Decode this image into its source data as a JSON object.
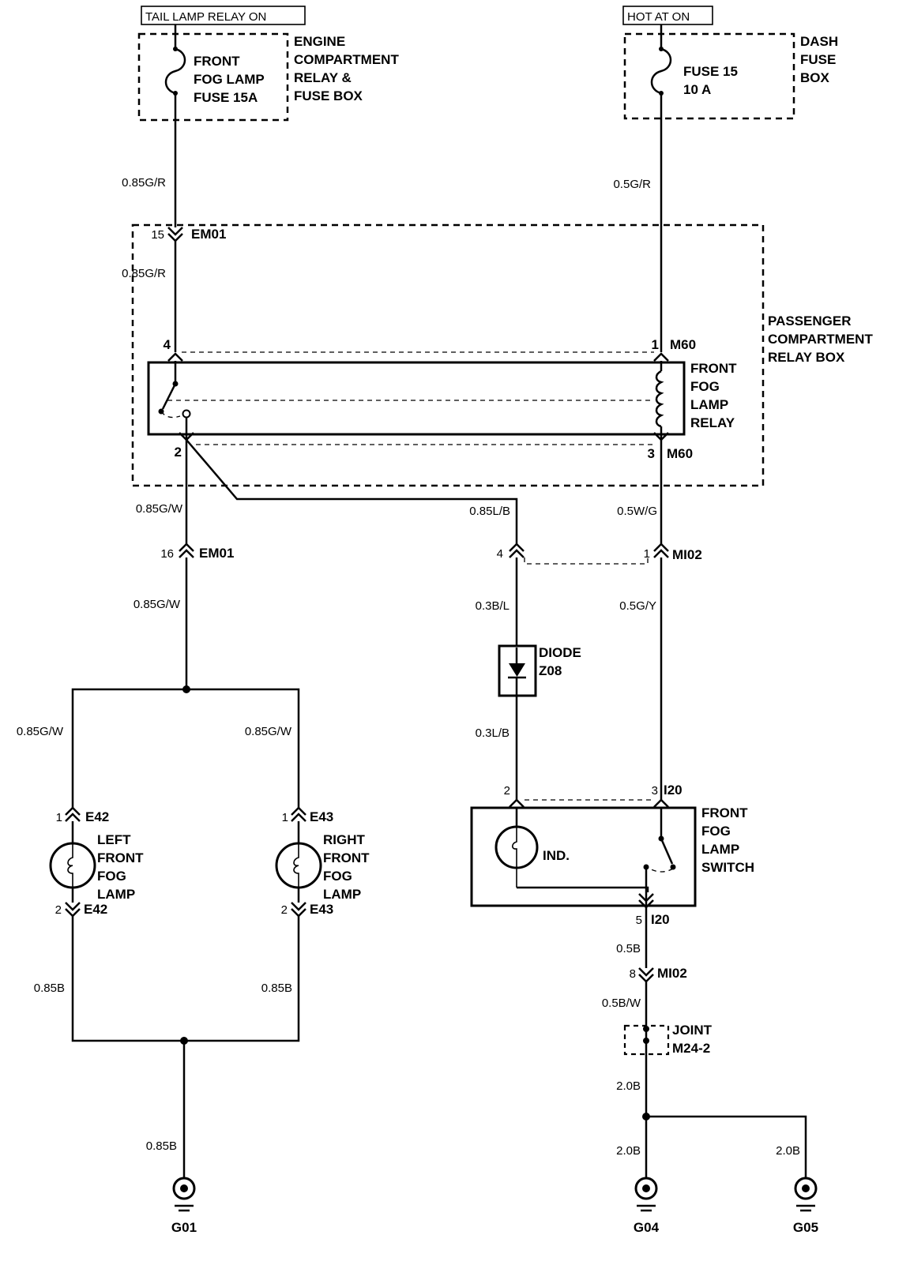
{
  "sources": {
    "left": "TAIL LAMP RELAY ON",
    "right": "HOT AT ON"
  },
  "engine_box": {
    "name_lines": [
      "ENGINE",
      "COMPARTMENT",
      "RELAY &",
      "FUSE BOX"
    ],
    "fuse_lines": [
      "FRONT",
      "FOG LAMP",
      "FUSE 15A"
    ]
  },
  "dash_box": {
    "name_lines": [
      "DASH",
      "FUSE",
      "BOX"
    ],
    "fuse_lines": [
      "FUSE 15",
      "10 A"
    ]
  },
  "passenger_box": {
    "name_lines": [
      "PASSENGER",
      "COMPARTMENT",
      "RELAY BOX"
    ]
  },
  "relay": {
    "name_lines": [
      "FRONT",
      "FOG",
      "LAMP",
      "RELAY"
    ],
    "pin_4": "4",
    "pin_1": "1",
    "pin_2": "2",
    "pin_3": "3",
    "connector": "M60"
  },
  "wires": {
    "gr_085": "0.85G/R",
    "gr_05": "0.5G/R",
    "gw_085": "0.85G/W",
    "lb_085": "0.85L/B",
    "wg_05": "0.5W/G",
    "bl_03": "0.3B/L",
    "gy_05": "0.5G/Y",
    "lb_03": "0.3L/B",
    "b_085": "0.85B",
    "b_05": "0.5B",
    "bw_05": "0.5B/W",
    "b_20": "2.0B"
  },
  "connectors": {
    "em01_15": {
      "pin": "15",
      "name": "EM01"
    },
    "em01_16": {
      "pin": "16",
      "name": "EM01"
    },
    "mi02_4": {
      "pin": "4"
    },
    "mi02_1": {
      "pin": "1",
      "name": "MI02"
    },
    "mi02_8": {
      "pin": "8",
      "name": "MI02"
    },
    "e42_1": {
      "pin": "1",
      "name": "E42"
    },
    "e42_2": {
      "pin": "2",
      "name": "E42"
    },
    "e43_1": {
      "pin": "1",
      "name": "E43"
    },
    "e43_2": {
      "pin": "2",
      "name": "E43"
    },
    "i20_2": {
      "pin": "2"
    },
    "i20_3": {
      "pin": "3",
      "name": "I20"
    },
    "i20_5": {
      "pin": "5",
      "name": "I20"
    }
  },
  "diode": {
    "name_lines": [
      "DIODE",
      "Z08"
    ]
  },
  "left_lamp": {
    "name_lines": [
      "LEFT",
      "FRONT",
      "FOG",
      "LAMP"
    ]
  },
  "right_lamp": {
    "name_lines": [
      "RIGHT",
      "FRONT",
      "FOG",
      "LAMP"
    ]
  },
  "switch": {
    "name_lines": [
      "FRONT",
      "FOG",
      "LAMP",
      "SWITCH"
    ],
    "indicator": "IND."
  },
  "joint": {
    "name_lines": [
      "JOINT",
      "M24-2"
    ]
  },
  "grounds": {
    "g01": "G01",
    "g04": "G04",
    "g05": "G05"
  }
}
